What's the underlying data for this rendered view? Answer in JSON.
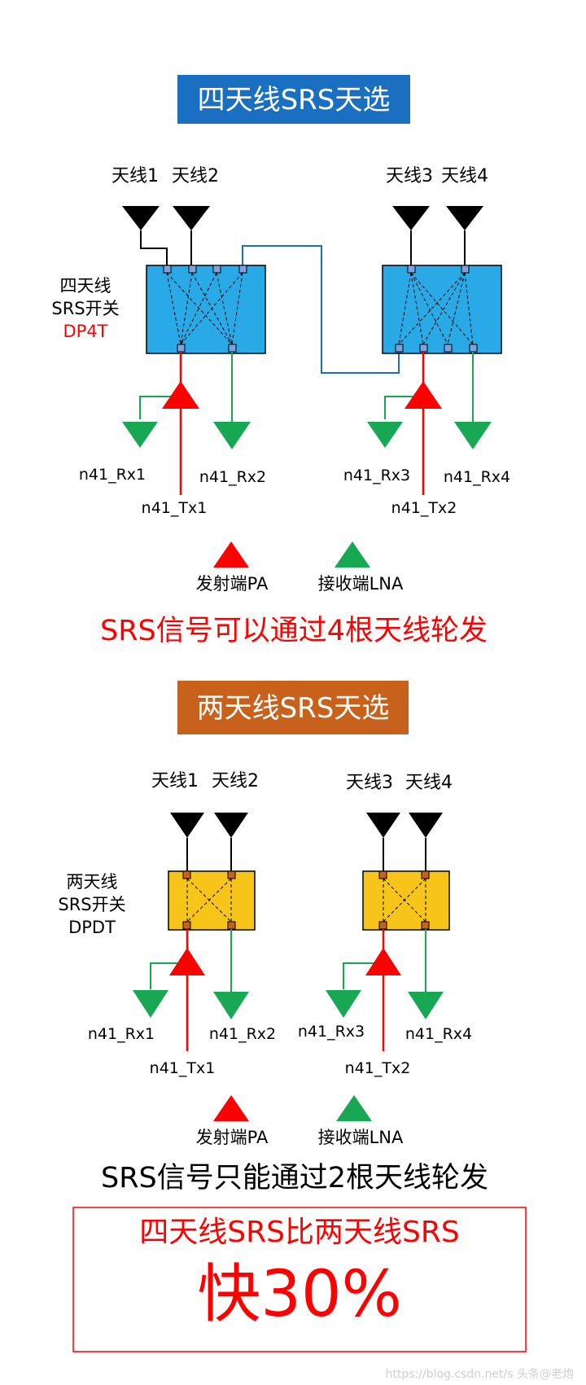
{
  "colors": {
    "title1_bg": "#1a6fc0",
    "title2_bg": "#c8611c",
    "switch4_fill": "#29a9e6",
    "switch2_fill": "#f7c51a",
    "tx": "#ff0000",
    "rx": "#18a853",
    "text_red": "#ff0000",
    "route_blue": "#1a6fc0"
  },
  "section1": {
    "title": "四天线SRS天选",
    "antennas": [
      "天线1",
      "天线2",
      "天线3",
      "天线4"
    ],
    "switch_label": [
      "四天线",
      "SRS开关",
      "DP4T"
    ],
    "rx_labels": [
      "n41_Rx1",
      "n41_Rx2",
      "n41_Rx3",
      "n41_Rx4"
    ],
    "tx_labels": [
      "n41_Tx1",
      "n41_Tx2"
    ],
    "legend_tx": "发射端PA",
    "legend_rx": "接收端LNA",
    "caption": "SRS信号可以通过4根天线轮发"
  },
  "section2": {
    "title": "两天线SRS天选",
    "antennas": [
      "天线1",
      "天线2",
      "天线3",
      "天线4"
    ],
    "switch_label": [
      "两天线",
      "SRS开关",
      "DPDT"
    ],
    "rx_labels": [
      "n41_Rx1",
      "n41_Rx2",
      "n41_Rx3",
      "n41_Rx4"
    ],
    "tx_labels": [
      "n41_Tx1",
      "n41_Tx2"
    ],
    "legend_tx": "发射端PA",
    "legend_rx": "接收端LNA",
    "caption": "SRS信号只能通过2根天线轮发"
  },
  "conclusion": {
    "line1": "四天线SRS比两天线SRS",
    "line2": "快30%"
  },
  "watermark": "https://blog.csdn.net/s 头条@老炮"
}
